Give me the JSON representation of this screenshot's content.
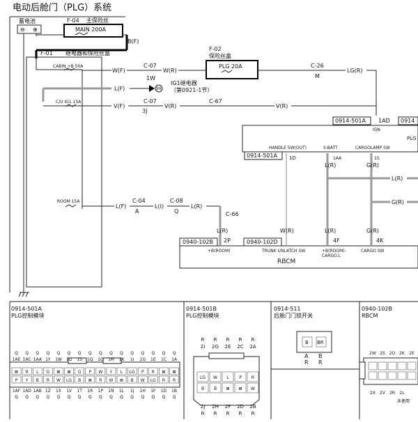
{
  "title": "电动后舱门（PLG）系统",
  "battery": {
    "label": "蓄电池"
  },
  "fuse_main": {
    "code": "F-04",
    "name": "主保险丝",
    "rating": "MAIN 200A",
    "ground": "B(F)"
  },
  "fuse_box": {
    "code": "F-01",
    "name": "继电器和保险丝盒"
  },
  "fuse_box_2": {
    "code": "F-02",
    "name": "保险丝盒",
    "rating": "PLG 20A"
  },
  "fuses": [
    {
      "name": "CABIN +B 50A"
    },
    {
      "name": "C/U IG1 15A"
    },
    {
      "name": "ROOM 15A"
    }
  ],
  "wires": {
    "w1": "W(F)",
    "c07a": "C-07",
    "c07a_pin": "1W",
    "w2": "W(R)",
    "c26": "C-26",
    "c26_pin": "M",
    "lg": "LG(R)",
    "lf": "L(F)",
    "relay": "IG1继电器",
    "relay_ref": "（第0921-1节）",
    "relay_mark": "99",
    "vf": "V(F)",
    "c07b": "C-07",
    "c07b_pin": "3J",
    "vr1": "V(R)",
    "c67": "C-67",
    "vr2": "V(R)",
    "lf2": "L(F)",
    "c04": "C-04",
    "c04_pin": "A",
    "li": "L(I)",
    "c08": "C-08",
    "c08_pin": "Q",
    "lr": "L(R)",
    "c66": "C-66",
    "lr2": "L(R)",
    "p2p": "2P"
  },
  "plg_module": {
    "conn_top": "0914-501A",
    "pin_1ad": "1AD",
    "ign": "IGN",
    "conn_top2": "0914",
    "label_short": "PLG",
    "handle": "HANDLE SW(OUT)",
    "sbatt": "S-BATT",
    "cargo_lamp": "CARGOLAMP SW",
    "conn_left": "0914-501A",
    "pin_1d": "1D",
    "pin_1aa": "1AA",
    "pin_1s": "1S",
    "lr": "L(R)",
    "gr": "G(R)",
    "lr_right": "L(R)",
    "gr_right": "G(R)"
  },
  "rbcm": {
    "name": "RBCM",
    "conn1": "0940-102B",
    "conn2": "0940-102D",
    "wr": "W(R)",
    "lr": "L(R)",
    "gr": "G(R)",
    "pin_4f": "4F",
    "pin_4k": "4K",
    "t_broom": "+B(ROOM)",
    "t_trunk": "TRUNK UNLATCH SW",
    "t_broom2": "+B(ROOM)-",
    "t_cargo_l": "CARGO.L",
    "t_cargo_sw": "CARGO SW"
  },
  "connectors": [
    {
      "code": "0914-501A",
      "name": "PLG控制模块"
    },
    {
      "code": "0914-501B",
      "name": "PLG控制模块"
    },
    {
      "code": "0914-511",
      "name": "后舱门门锁开关"
    },
    {
      "code": "0940-102B",
      "name": "RBCM"
    }
  ],
  "c501a": {
    "top_labels": [
      "1AE",
      "1AC",
      "1AA",
      "1Y",
      "1W",
      "1U",
      "1S",
      "1Q",
      "1O",
      "1M",
      "1K",
      "1I",
      "1G",
      "1E",
      "1C",
      "1A"
    ],
    "bottom_labels": [
      "1AF",
      "1AD",
      "1AB",
      "1Z",
      "1X",
      "1V",
      "1T",
      "1R",
      "1P",
      "1N",
      "1L",
      "1J",
      "1H",
      "1F",
      "1D",
      "1B"
    ],
    "row1": [
      "⊠",
      "R",
      "L",
      "G",
      "⊠",
      "⊠",
      "G",
      "P",
      "W",
      "Y",
      "L",
      "LG",
      "P",
      "R",
      "⊠",
      "⊠"
    ],
    "row2": [
      "P",
      "Y",
      "B",
      "R",
      "W",
      "LG",
      "B",
      "⊠",
      "R",
      "W",
      "⊠",
      "B",
      "W",
      "LG",
      "R",
      "R"
    ],
    "q": "Q"
  },
  "c501b": {
    "top_letters": [
      "R",
      "R",
      "R",
      "R",
      "R"
    ],
    "top_pins": [
      "2I",
      "2G",
      "2E",
      "2C",
      "2A"
    ],
    "row1": [
      "LG",
      "W",
      "L",
      "P",
      "R"
    ],
    "row2": [
      "B",
      "B",
      "⊠",
      "⊠",
      "W"
    ],
    "bot_pins": [
      "2J",
      "2H",
      "2F",
      "2D",
      "2B"
    ],
    "bot_letters": [
      "R",
      "R",
      "R",
      "R",
      "R"
    ]
  },
  "c511": {
    "pins": [
      "B",
      "BR"
    ],
    "pin_letters": [
      "A",
      "B"
    ],
    "r": "R"
  },
  "c102b": {
    "top_pins": [
      "2W",
      "2S",
      "2O",
      "2K",
      "2E"
    ],
    "bot_pins": [
      "2X",
      "2V",
      "2R",
      "2L"
    ],
    "note": "未使用"
  }
}
